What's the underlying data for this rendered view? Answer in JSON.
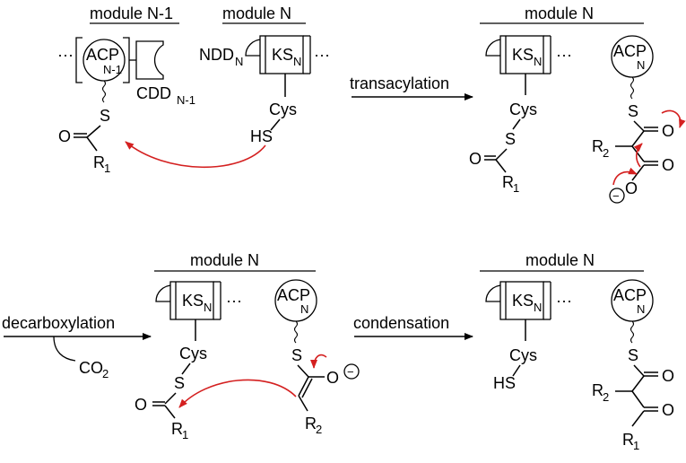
{
  "panels": {
    "p1": {
      "module_prev": "module N-1",
      "module_cur": "module N",
      "acp": "ACP",
      "acp_sub": "N-1",
      "cdd": "CDD",
      "cdd_sub": "N-1",
      "ndd": "NDD",
      "ndd_sub": "N",
      "ks": "KS",
      "ks_sub": "N",
      "dots": "···",
      "cys": "Cys",
      "hs": "HS",
      "s": "S",
      "o": "O",
      "r": "R",
      "r_sub": "1"
    },
    "p2": {
      "module": "module N",
      "ks": "KS",
      "ks_sub": "N",
      "acp": "ACP",
      "acp_sub": "N",
      "dots": "···",
      "cys": "Cys",
      "s1": "S",
      "o1": "O",
      "r1": "R",
      "r1_sub": "1",
      "s2": "S",
      "o2": "O",
      "o3": "O",
      "o4": "O",
      "r2": "R",
      "r2_sub": "2",
      "minus": "−"
    },
    "p3": {
      "module": "module N",
      "ks": "KS",
      "ks_sub": "N",
      "acp": "ACP",
      "acp_sub": "N",
      "dots": "···",
      "cys": "Cys",
      "s1": "S",
      "o1": "O",
      "r1": "R",
      "r1_sub": "1",
      "s2": "S",
      "o2": "O",
      "r2": "R",
      "r2_sub": "2",
      "minus": "−",
      "co2": "CO",
      "co2_sub": "2"
    },
    "p4": {
      "module": "module N",
      "ks": "KS",
      "ks_sub": "N",
      "acp": "ACP",
      "acp_sub": "N",
      "dots": "···",
      "cys": "Cys",
      "hs": "HS",
      "s": "S",
      "o1": "O",
      "o2": "O",
      "r2": "R",
      "r2_sub": "2",
      "r1": "R",
      "r1_sub": "1"
    }
  },
  "steps": {
    "transacylation": "transacylation",
    "decarboxylation": "decarboxylation",
    "condensation": "condensation"
  }
}
